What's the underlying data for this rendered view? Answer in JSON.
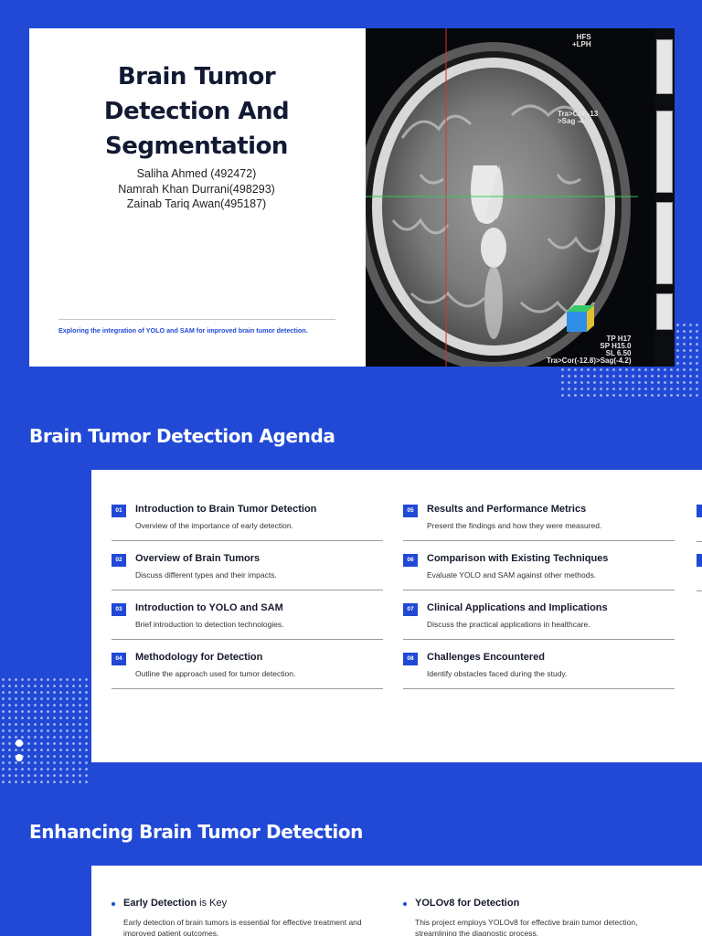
{
  "cover": {
    "title_line1": "Brain Tumor",
    "title_line2": "Detection And",
    "title_line3": "Segmentation",
    "authors": [
      "Saliha Ahmed (492472)",
      "Namrah Khan  Durrani(498293)",
      "Zainab Tariq Awan(495187)"
    ],
    "subtitle": "Exploring the integration of YOLO and SAM for improved brain tumor detection.",
    "image": {
      "overlay_top": [
        "HFS",
        "+LPH"
      ],
      "overlay_mid": [
        "Tra>Cor -13",
        ">Sag -4"
      ],
      "overlay_bottom": [
        "TP H17",
        "SP H15.0",
        "SL 6.50",
        "Tra>Cor(-12.8)>Sag(-4.2)"
      ]
    }
  },
  "agenda": {
    "heading": "Brain Tumor Detection Agenda",
    "left": [
      {
        "num": "01",
        "title": "Introduction to Brain Tumor Detection",
        "desc": "Overview of the importance of early detection."
      },
      {
        "num": "02",
        "title": "Overview of Brain Tumors",
        "desc": "Discuss different types and their impacts."
      },
      {
        "num": "03",
        "title": "Introduction to YOLO and SAM",
        "desc": "Brief introduction to detection technologies."
      },
      {
        "num": "04",
        "title": "Methodology for Detection",
        "desc": "Outline the approach used for tumor detection."
      }
    ],
    "right": [
      {
        "num": "05",
        "title": "Results and Performance Metrics",
        "desc": "Present the findings and how they were measured."
      },
      {
        "num": "06",
        "title": "Comparison with Existing Techniques",
        "desc": "Evaluate YOLO and SAM against other methods."
      },
      {
        "num": "07",
        "title": "Clinical Applications and Implications",
        "desc": "Discuss the practical applications in healthcare."
      },
      {
        "num": "08",
        "title": "Challenges Encountered",
        "desc": "Identify obstacles faced during the study."
      }
    ]
  },
  "enhancing": {
    "heading": "Enhancing Brain Tumor Detection",
    "left": {
      "title_bold": "Early Detection",
      "title_rest": " is Key",
      "desc": "Early detection of brain tumors is essential for effective treatment and improved patient outcomes."
    },
    "right": {
      "title_bold": "YOLOv8 for Detection",
      "title_rest": "",
      "desc": "This project employs YOLOv8 for effective brain tumor detection, streamlining the diagnostic process."
    }
  }
}
